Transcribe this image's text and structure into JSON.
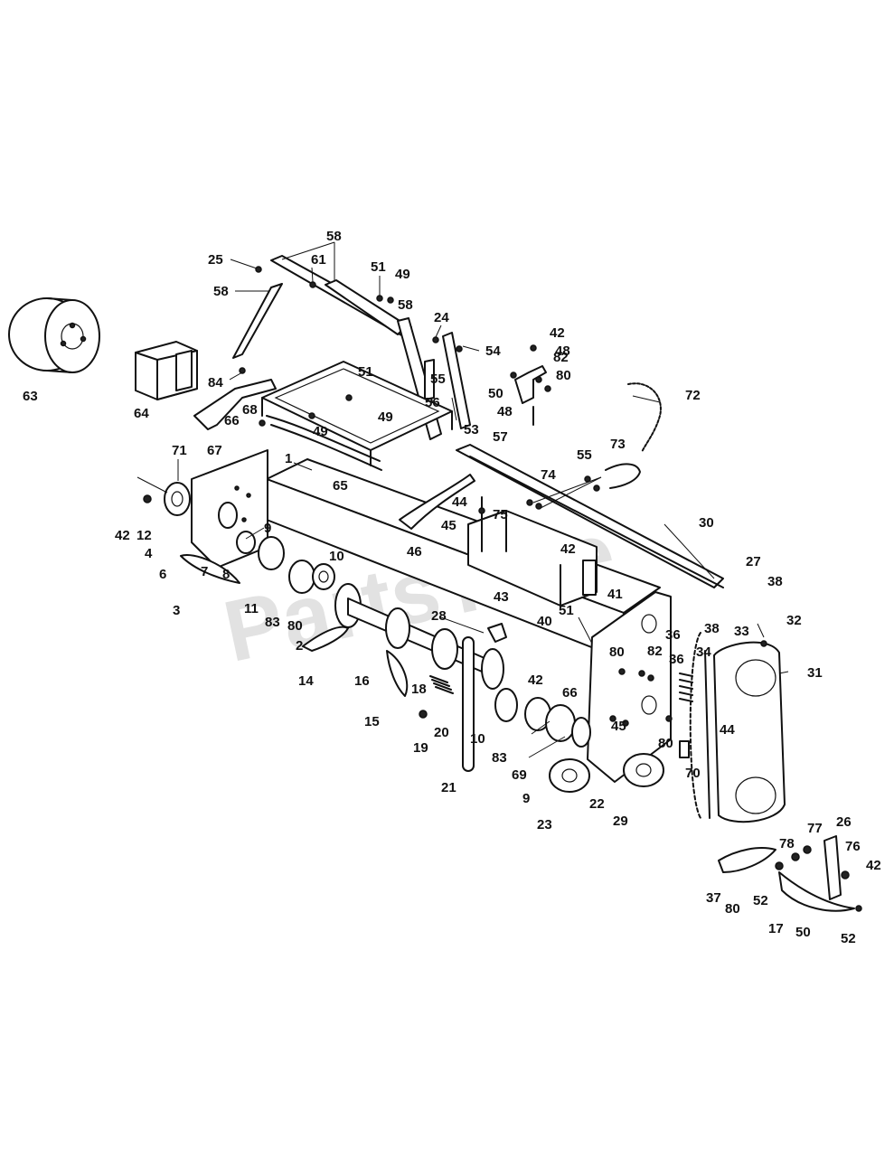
{
  "watermark": "PartsTree",
  "callouts": [
    {
      "id": "c-58a",
      "label": "58"
    },
    {
      "id": "c-25",
      "label": "25"
    },
    {
      "id": "c-61",
      "label": "61"
    },
    {
      "id": "c-51a",
      "label": "51"
    },
    {
      "id": "c-49a",
      "label": "49"
    },
    {
      "id": "c-58b",
      "label": "58"
    },
    {
      "id": "c-58c",
      "label": "58"
    },
    {
      "id": "c-24",
      "label": "24"
    },
    {
      "id": "c-54",
      "label": "54"
    },
    {
      "id": "c-42a",
      "label": "42"
    },
    {
      "id": "c-48a",
      "label": "48"
    },
    {
      "id": "c-82a",
      "label": "82"
    },
    {
      "id": "c-80a",
      "label": "80"
    },
    {
      "id": "c-50a",
      "label": "50"
    },
    {
      "id": "c-48b",
      "label": "48"
    },
    {
      "id": "c-57",
      "label": "57"
    },
    {
      "id": "c-55a",
      "label": "55"
    },
    {
      "id": "c-51b",
      "label": "51"
    },
    {
      "id": "c-56",
      "label": "56"
    },
    {
      "id": "c-53",
      "label": "53"
    },
    {
      "id": "c-49b",
      "label": "49"
    },
    {
      "id": "c-49c",
      "label": "49"
    },
    {
      "id": "c-72",
      "label": "72"
    },
    {
      "id": "c-63",
      "label": "63"
    },
    {
      "id": "c-64",
      "label": "64"
    },
    {
      "id": "c-84",
      "label": "84"
    },
    {
      "id": "c-68",
      "label": "68"
    },
    {
      "id": "c-66a",
      "label": "66"
    },
    {
      "id": "c-67",
      "label": "67"
    },
    {
      "id": "c-65",
      "label": "65"
    },
    {
      "id": "c-1",
      "label": "1"
    },
    {
      "id": "c-71",
      "label": "71"
    },
    {
      "id": "c-42b",
      "label": "42"
    },
    {
      "id": "c-12",
      "label": "12"
    },
    {
      "id": "c-4",
      "label": "4"
    },
    {
      "id": "c-6",
      "label": "6"
    },
    {
      "id": "c-7",
      "label": "7"
    },
    {
      "id": "c-8",
      "label": "8"
    },
    {
      "id": "c-9a",
      "label": "9"
    },
    {
      "id": "c-3",
      "label": "3"
    },
    {
      "id": "c-11",
      "label": "11"
    },
    {
      "id": "c-83a",
      "label": "83"
    },
    {
      "id": "c-80b",
      "label": "80"
    },
    {
      "id": "c-10a",
      "label": "10"
    },
    {
      "id": "c-2",
      "label": "2"
    },
    {
      "id": "c-14",
      "label": "14"
    },
    {
      "id": "c-16",
      "label": "16"
    },
    {
      "id": "c-18",
      "label": "18"
    },
    {
      "id": "c-15",
      "label": "15"
    },
    {
      "id": "c-19",
      "label": "19"
    },
    {
      "id": "c-20",
      "label": "20"
    },
    {
      "id": "c-28",
      "label": "28"
    },
    {
      "id": "c-21",
      "label": "21"
    },
    {
      "id": "c-46",
      "label": "46"
    },
    {
      "id": "c-44a",
      "label": "44"
    },
    {
      "id": "c-45a",
      "label": "45"
    },
    {
      "id": "c-75",
      "label": "75"
    },
    {
      "id": "c-74",
      "label": "74"
    },
    {
      "id": "c-55b",
      "label": "55"
    },
    {
      "id": "c-73",
      "label": "73"
    },
    {
      "id": "c-30",
      "label": "30"
    },
    {
      "id": "c-42c",
      "label": "42"
    },
    {
      "id": "c-43",
      "label": "43"
    },
    {
      "id": "c-41",
      "label": "41"
    },
    {
      "id": "c-27",
      "label": "27"
    },
    {
      "id": "c-38a",
      "label": "38"
    },
    {
      "id": "c-51c",
      "label": "51"
    },
    {
      "id": "c-40",
      "label": "40"
    },
    {
      "id": "c-38b",
      "label": "38"
    },
    {
      "id": "c-33",
      "label": "33"
    },
    {
      "id": "c-32",
      "label": "32"
    },
    {
      "id": "c-36a",
      "label": "36"
    },
    {
      "id": "c-34",
      "label": "34"
    },
    {
      "id": "c-80c",
      "label": "80"
    },
    {
      "id": "c-82b",
      "label": "82"
    },
    {
      "id": "c-36b",
      "label": "36"
    },
    {
      "id": "c-31",
      "label": "31"
    },
    {
      "id": "c-42d",
      "label": "42"
    },
    {
      "id": "c-66b",
      "label": "66"
    },
    {
      "id": "c-45b",
      "label": "45"
    },
    {
      "id": "c-44b",
      "label": "44"
    },
    {
      "id": "c-10b",
      "label": "10"
    },
    {
      "id": "c-83b",
      "label": "83"
    },
    {
      "id": "c-69",
      "label": "69"
    },
    {
      "id": "c-9b",
      "label": "9"
    },
    {
      "id": "c-80d",
      "label": "80"
    },
    {
      "id": "c-70",
      "label": "70"
    },
    {
      "id": "c-22",
      "label": "22"
    },
    {
      "id": "c-23",
      "label": "23"
    },
    {
      "id": "c-29",
      "label": "29"
    },
    {
      "id": "c-78",
      "label": "78"
    },
    {
      "id": "c-77",
      "label": "77"
    },
    {
      "id": "c-26",
      "label": "26"
    },
    {
      "id": "c-76",
      "label": "76"
    },
    {
      "id": "c-42e",
      "label": "42"
    },
    {
      "id": "c-37",
      "label": "37"
    },
    {
      "id": "c-80e",
      "label": "80"
    },
    {
      "id": "c-52a",
      "label": "52"
    },
    {
      "id": "c-17",
      "label": "17"
    },
    {
      "id": "c-50b",
      "label": "50"
    },
    {
      "id": "c-52b",
      "label": "52"
    }
  ]
}
